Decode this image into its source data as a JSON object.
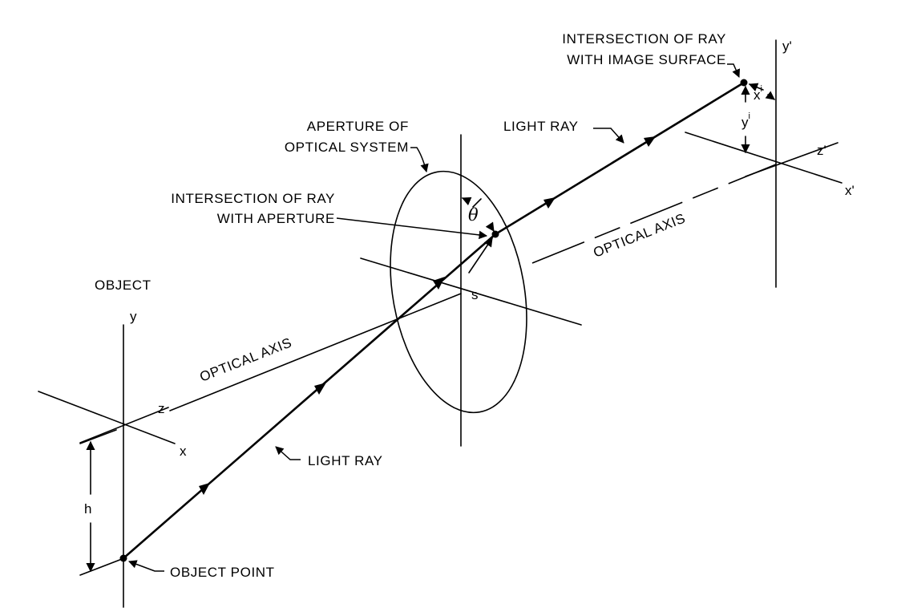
{
  "labels": {
    "object": "OBJECT",
    "object_point": "OBJECT POINT",
    "light_ray_lower": "LIGHT RAY",
    "light_ray_upper": "LIGHT RAY",
    "optical_axis_left": "OPTICAL AXIS",
    "optical_axis_right": "OPTICAL AXIS",
    "aperture_line1": "APERTURE OF",
    "aperture_line2": "OPTICAL SYSTEM",
    "ray_aperture_line1": "INTERSECTION OF RAY",
    "ray_aperture_line2": "WITH APERTURE",
    "ray_image_line1": "INTERSECTION OF RAY",
    "ray_image_line2": "WITH IMAGE SURFACE"
  },
  "symbols": {
    "y": "y",
    "x": "x",
    "z": "z",
    "h": "h",
    "s": "s",
    "theta": "θ",
    "y_prime": "y'",
    "x_prime": "x'",
    "z_prime": "z'",
    "y_image": "y",
    "y_image_sub": "i",
    "x_image": "x",
    "x_image_sub": "i"
  }
}
